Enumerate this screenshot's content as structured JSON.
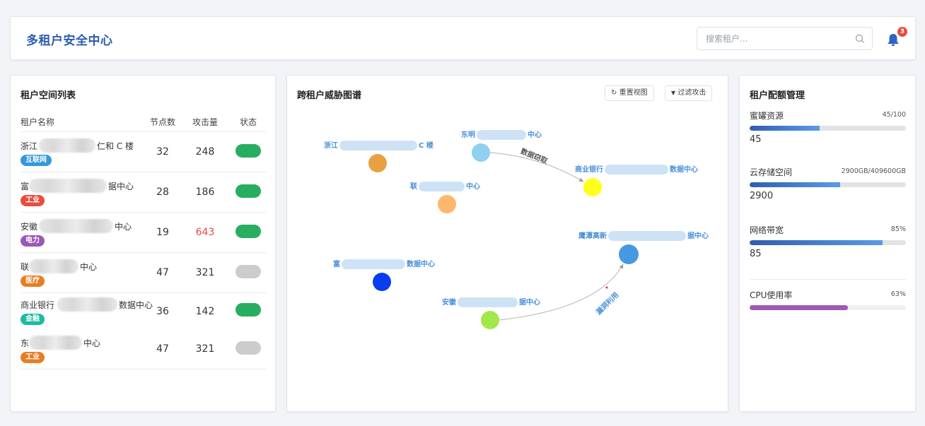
{
  "header": {
    "title": "多租户安全中心",
    "search_placeholder": "搜索租户...",
    "notification_count": "3"
  },
  "tenant_list": {
    "title": "租户空间列表",
    "columns": [
      "租户名称",
      "节点数",
      "攻击量",
      "状态"
    ],
    "rows": [
      {
        "name_start": "浙江",
        "name_end": "仁和 C 楼",
        "tag": "互联网",
        "tag_color": "#3498db",
        "nodes": "32",
        "attacks": "248",
        "attack_alert": false,
        "status": "active"
      },
      {
        "name_start": "富",
        "name_end": "据中心",
        "tag": "工业",
        "tag_color": "#e74c3c",
        "nodes": "28",
        "attacks": "186",
        "attack_alert": false,
        "status": "active"
      },
      {
        "name_start": "安徽",
        "name_end": "中心",
        "tag": "电力",
        "tag_color": "#9b59b6",
        "nodes": "19",
        "attacks": "643",
        "attack_alert": true,
        "status": "active"
      },
      {
        "name_start": "联",
        "name_end": "中心",
        "tag": "医疗",
        "tag_color": "#e67e22",
        "nodes": "47",
        "attacks": "321",
        "attack_alert": false,
        "status": "inactive"
      },
      {
        "name_start": "商业银行",
        "name_end": "数据中心",
        "tag": "金融",
        "tag_color": "#1abc9c",
        "nodes": "36",
        "attacks": "142",
        "attack_alert": false,
        "status": "active"
      },
      {
        "name_start": "东",
        "name_end": "中心",
        "tag": "工业",
        "tag_color": "#e67e22",
        "nodes": "47",
        "attacks": "321",
        "attack_alert": false,
        "status": "inactive"
      }
    ],
    "status_colors": {
      "active": "#27ae60",
      "inactive": "#cccccc"
    }
  },
  "threat_graph": {
    "title": "跨租户威胁图谱",
    "reset_button": "重置视图",
    "filter_button": "过滤攻击",
    "nodes": [
      {
        "id": "zj",
        "label_start": "浙江",
        "label_end": "C 楼",
        "color": "#e8a040"
      },
      {
        "id": "dm",
        "label_start": "东明",
        "label_end": "中心",
        "color": "#90d0f0"
      },
      {
        "id": "bank",
        "label_start": "商业银行",
        "label_end": "数据中心",
        "color": "#ffff1a"
      },
      {
        "id": "lh",
        "label_start": "联",
        "label_end": "中心",
        "color": "#ffb76b"
      },
      {
        "id": "yt",
        "label_start": "鹰潭高新",
        "label_end": "据中心",
        "color": "#4598e2"
      },
      {
        "id": "fu",
        "label_start": "富",
        "label_end": "数据中心",
        "color": "#0a3cf0"
      },
      {
        "id": "ah",
        "label_start": "安徽",
        "label_end": "据中心",
        "color": "#a3e84a"
      }
    ],
    "edges": [
      {
        "from": "dm",
        "to": "bank",
        "label": "数据窃取"
      },
      {
        "from": "ah",
        "to": "yt",
        "label": "漏洞利用"
      }
    ]
  },
  "quota": {
    "title": "租户配额管理",
    "items": [
      {
        "label": "蜜罐资源",
        "limit_text": "45/100",
        "value": "45",
        "percent": 45,
        "style": "blue"
      },
      {
        "label": "云存储空间",
        "limit_text": "2900GB/409600GB",
        "value": "2900",
        "percent": 58,
        "style": "blue"
      },
      {
        "label": "网络带宽",
        "limit_text": "85%",
        "value": "85",
        "percent": 85,
        "style": "blue"
      },
      {
        "label": "CPU使用率",
        "limit_text": "63%",
        "value": null,
        "percent": 63,
        "style": "purple"
      }
    ]
  }
}
